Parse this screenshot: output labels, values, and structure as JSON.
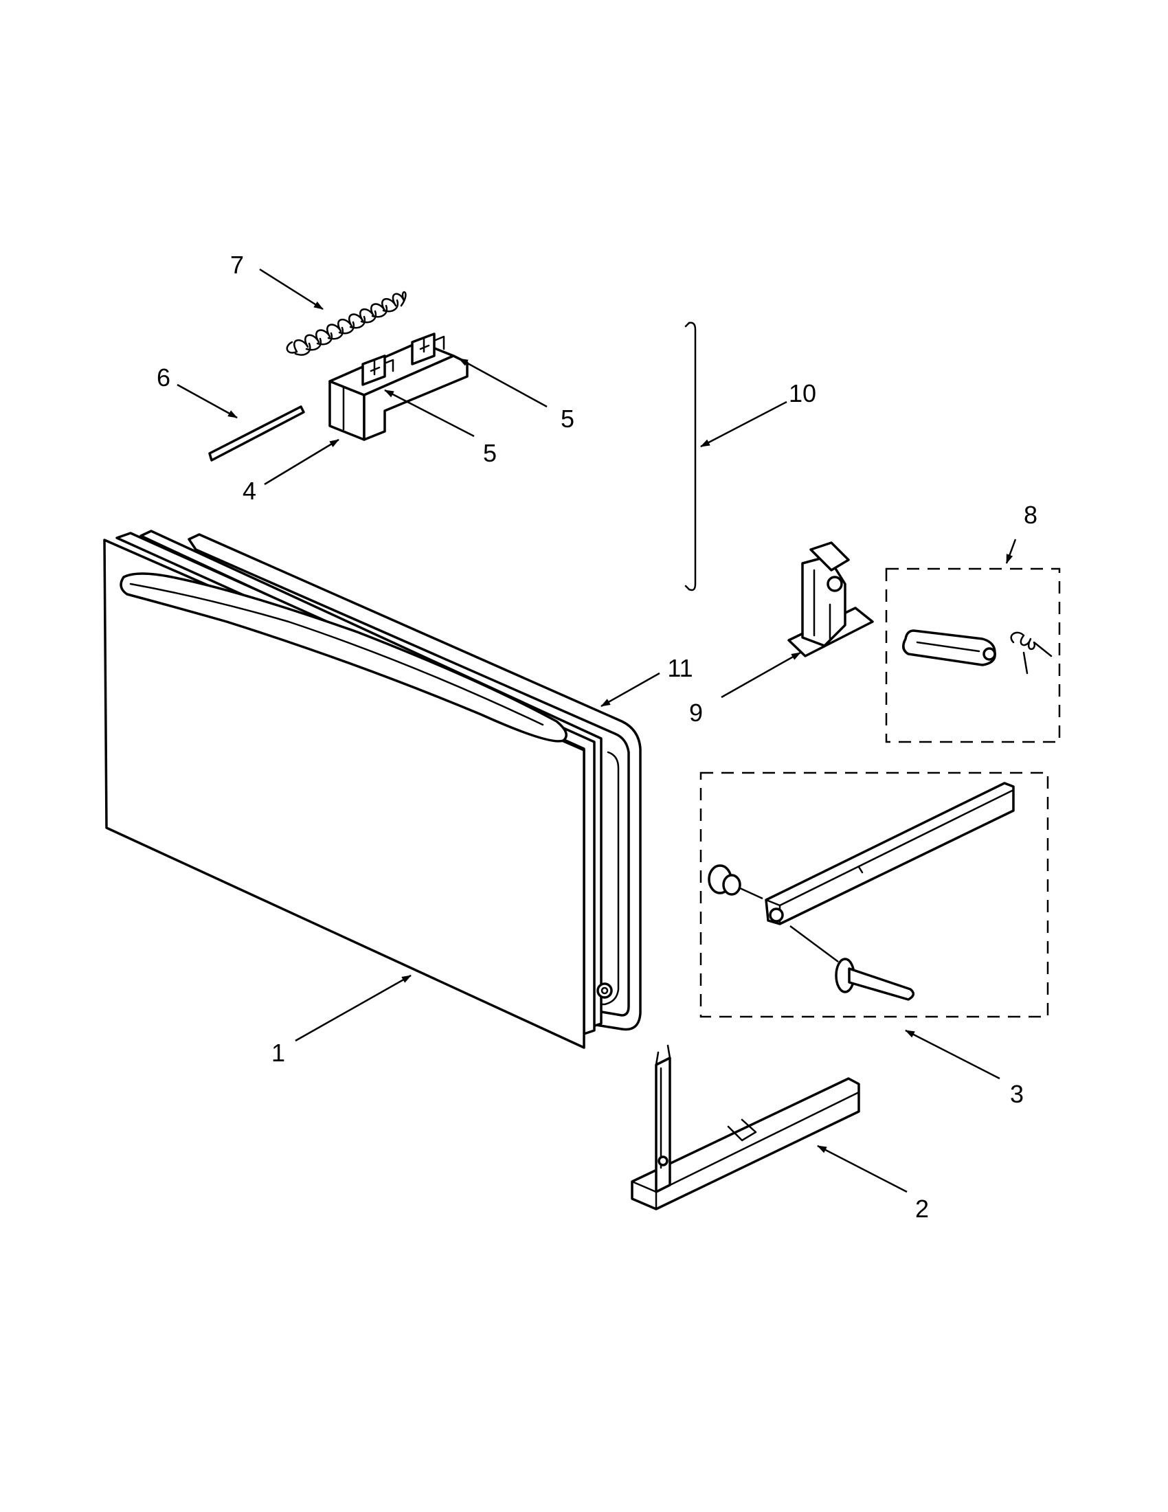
{
  "callouts": {
    "c1": "1",
    "c2": "2",
    "c3": "3",
    "c4": "4",
    "c5a": "5",
    "c5b": "5",
    "c6": "6",
    "c7": "7",
    "c8": "8",
    "c9": "9",
    "c10": "10",
    "c11": "11"
  }
}
